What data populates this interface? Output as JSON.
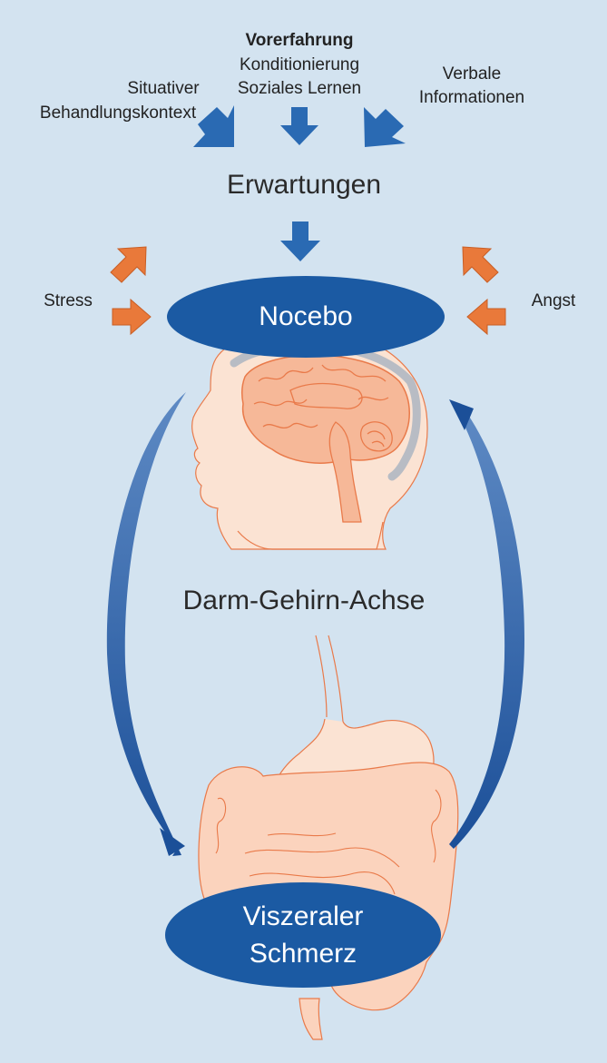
{
  "top_sources": {
    "center": {
      "title": "Vorerfahrung",
      "line2": "Konditionierung",
      "line3": "Soziales Lernen"
    },
    "left": {
      "line1": "Situativer",
      "line2": "Behandlungskontext"
    },
    "right": {
      "line1": "Verbale",
      "line2": "Informationen"
    }
  },
  "expectations": "Erwartungen",
  "side_factors": {
    "left": "Stress",
    "right": "Angst"
  },
  "nocebo": "Nocebo",
  "axis_label": "Darm-Gehirn-Achse",
  "pain": {
    "line1": "Viszeraler",
    "line2": "Schmerz"
  },
  "colors": {
    "background": "#d3e3f0",
    "blue_dark": "#1b5aa3",
    "arrow_blue": "#2a6ab3",
    "arrow_orange": "#e9793a",
    "skin": "#fbe3d3",
    "organ_outline": "#e97a4a"
  }
}
